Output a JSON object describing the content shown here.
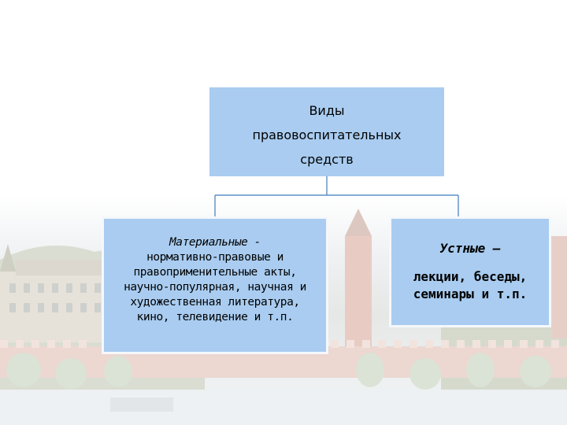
{
  "root": {
    "lines": [
      "Виды",
      "правовоспитательных",
      "средств"
    ]
  },
  "left": {
    "title": "Материальные -",
    "lines": [
      "нормативно-правовые и",
      "правоприменительные акты,",
      "научно-популярная, научная и",
      "художественная литература,",
      "кино, телевидение и т.п."
    ]
  },
  "right": {
    "title": "Устные –",
    "lines": [
      "лекции, беседы,",
      "семинары и т.п."
    ]
  },
  "colors": {
    "box_fill": "#a9ccf0",
    "connector": "#5b8fc7"
  }
}
